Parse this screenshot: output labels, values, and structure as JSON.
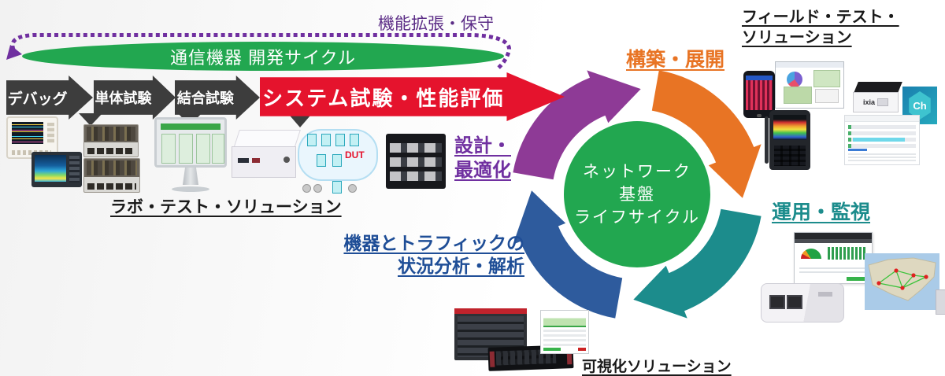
{
  "colors": {
    "green": "#22A750",
    "dark_arrow": "#3D3D3D",
    "red_arrow": "#E5132D",
    "loop_purple": "#7030A0",
    "purple_arc": "#8E3A96",
    "orange_arc": "#E87424",
    "teal_arc": "#1C8C8C",
    "blue_arc": "#2E5B9D",
    "purple_text": "#7030A0",
    "orange_text": "#E87424",
    "teal_text": "#1C8C8C",
    "blue_text": "#1F4E97",
    "black_text": "#1A1A1A"
  },
  "dev_cycle": {
    "maintenance_label": "機能拡張・保守",
    "ellipse_label": "通信機器 開発サイクル",
    "stages": [
      {
        "label": "デバッグ"
      },
      {
        "label": "単体試験"
      },
      {
        "label": "結合試験"
      },
      {
        "label": "システム試験・性能評価"
      }
    ]
  },
  "solutions": {
    "lab_label": "ラボ・テスト・ソリューション",
    "field_label_line1": "フィールド・テスト・",
    "field_label_line2": "ソリューション",
    "visualization_label": "可視化ソリューション"
  },
  "lifecycle": {
    "center_line1": "ネットワーク",
    "center_line2": "基盤",
    "center_line3": "ライフサイクル",
    "phase_build": "構築・展開",
    "phase_operate": "運用・監視",
    "phase_analyze_line1": "機器とトラフィックの",
    "phase_analyze_line2": "状況分析・解析",
    "phase_design_line1": "設計・",
    "phase_design_line2": "最適化"
  },
  "product_text": {
    "ixia": "ixia",
    "ch": "Ch",
    "dut": "DUT"
  }
}
